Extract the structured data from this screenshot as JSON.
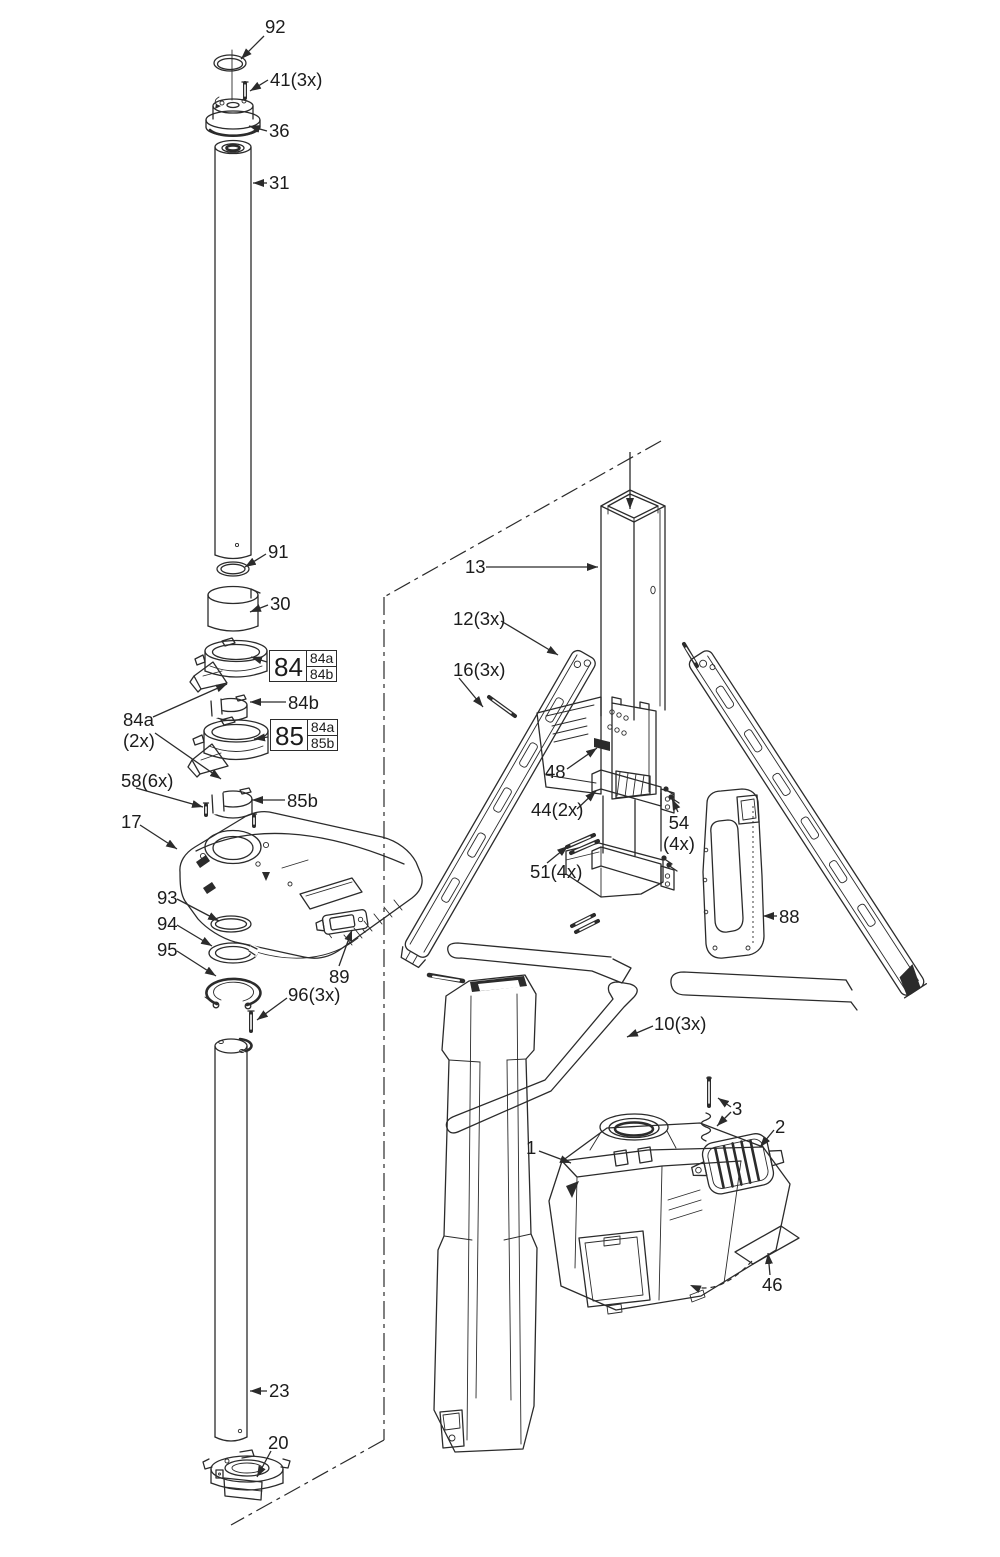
{
  "diagram": {
    "background": "#ffffff",
    "line_color": "#2b2b2b"
  },
  "callouts": {
    "c92": {
      "text": "92"
    },
    "c41": {
      "text": "41(3x)"
    },
    "c36": {
      "text": "36"
    },
    "c31": {
      "text": "31"
    },
    "c91": {
      "text": "91"
    },
    "c30": {
      "text": "30"
    },
    "c84b": {
      "text": "84b"
    },
    "c84a": {
      "line1": "84a",
      "line2": "(2x)"
    },
    "c58": {
      "text": "58(6x)"
    },
    "c85b": {
      "text": "85b"
    },
    "c17": {
      "text": "17"
    },
    "c93": {
      "text": "93"
    },
    "c94": {
      "text": "94"
    },
    "c95": {
      "text": "95"
    },
    "c89": {
      "text": "89"
    },
    "c96": {
      "text": "96(3x)"
    },
    "c23": {
      "text": "23"
    },
    "c20": {
      "text": "20"
    },
    "c13": {
      "text": "13"
    },
    "c12": {
      "text": "12(3x)"
    },
    "c16": {
      "text": "16(3x)"
    },
    "c48": {
      "text": "48"
    },
    "c44": {
      "text": "44(2x)"
    },
    "c54": {
      "line1": "54",
      "line2": "(4x)"
    },
    "c51": {
      "text": "51(4x)"
    },
    "c88": {
      "text": "88"
    },
    "c10": {
      "text": "10(3x)"
    },
    "c1": {
      "text": "1"
    },
    "c3": {
      "text": "3"
    },
    "c2": {
      "text": "2"
    },
    "c46": {
      "text": "46"
    }
  },
  "grouped_labels": {
    "g84": {
      "main": "84",
      "sub_top": "84a",
      "sub_bottom": "84b"
    },
    "g85": {
      "main": "85",
      "sub_top": "84a",
      "sub_bottom": "85b"
    }
  }
}
